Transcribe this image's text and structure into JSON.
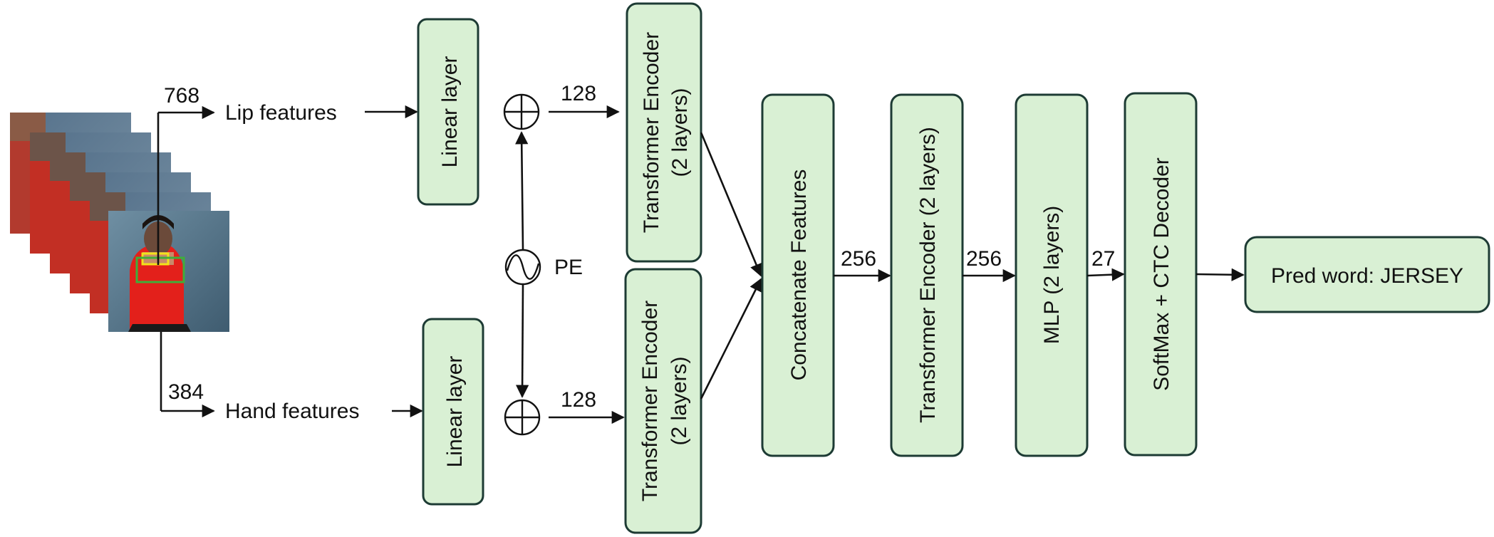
{
  "nodes": {
    "lip_features": "Lip features",
    "hand_features": "Hand features",
    "linear_layer": "Linear layer",
    "pe": "PE",
    "transformer_encoder_line1": "Transformer Encoder",
    "transformer_encoder_line2": "(2 layers)",
    "concatenate": "Concatenate Features",
    "transformer_encoder_single": "Transformer Encoder (2 layers)",
    "mlp": "MLP (2 layers)",
    "softmax_ctc": "SoftMax + CTC Decoder",
    "prediction": "Pred word: JERSEY"
  },
  "dims": {
    "lip_in": "768",
    "hand_in": "384",
    "lip_proj": "128",
    "hand_proj": "128",
    "concat_out": "256",
    "encoder_out": "256",
    "mlp_out": "27"
  },
  "colors": {
    "box_fill": "#d9f0d4",
    "box_stroke": "#1d3b34",
    "lip_roi": "#f2e21a",
    "hand_roi": "#3fae3a",
    "shirt": "#e3201b"
  },
  "icons": {
    "add": "circled-plus-icon",
    "positional_encoding": "sine-wave-icon"
  }
}
